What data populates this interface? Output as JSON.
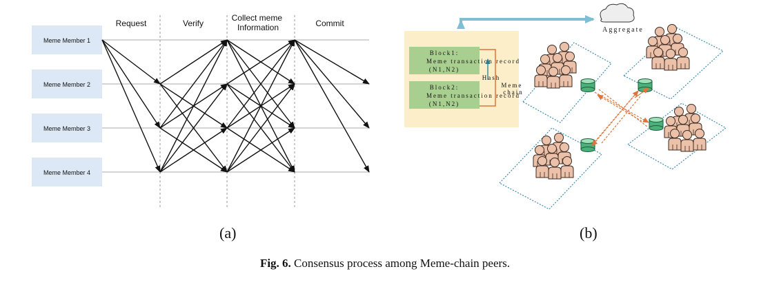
{
  "panel_a": {
    "phases": [
      "Request",
      "Verify",
      "Collect meme\nInformation",
      "Commit"
    ],
    "members": [
      "Meme Member 1",
      "Meme Member 2",
      "Meme Member 3",
      "Meme Member 4"
    ],
    "label": "(a)"
  },
  "panel_b": {
    "aggregate_label": "Aggregate",
    "blocks": [
      {
        "title": "Block1:",
        "desc": "Meme transaction record",
        "nodes": "(N1,N2)"
      },
      {
        "title": "Block2:",
        "desc": "Meme transaction record",
        "nodes": "(N1,N2)"
      }
    ],
    "hash_label": "Hash",
    "meme_chain_label": "Meme\nchain",
    "label": "(b)"
  },
  "caption": {
    "prefix": "Fig. 6.",
    "text": "Consensus process among Meme-chain peers."
  },
  "colors": {
    "member_box": "#dce8f5",
    "block_area": "#fbeec8",
    "block": "#a9cf90",
    "arrow_blue": "#7fbfd6",
    "orange": "#e0733a",
    "db_green": "#4bb07a",
    "person": "#ecc1a9",
    "dotted": "#3a8bb0"
  }
}
